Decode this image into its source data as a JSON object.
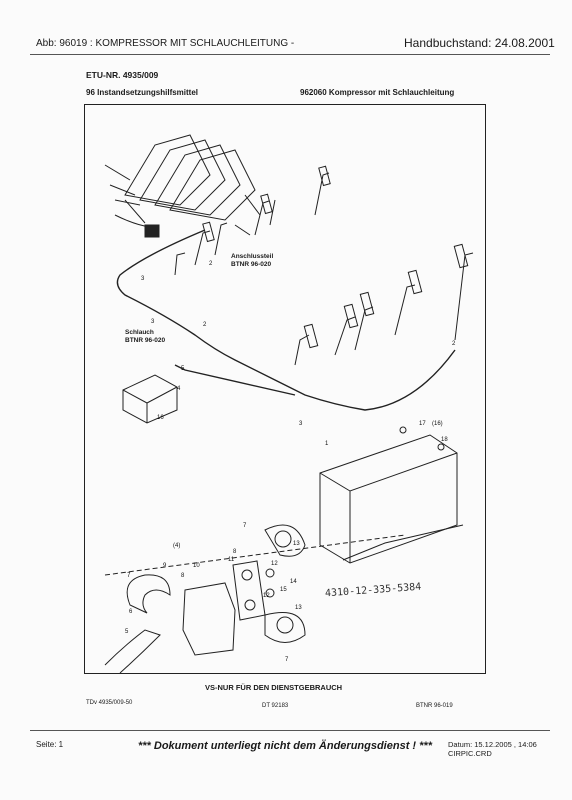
{
  "header": {
    "title": "Abb: 96019 : KOMPRESSOR MIT SCHLAUCHLEITUNG -",
    "stand": "Handbuchstand: 24.08.2001"
  },
  "doc": {
    "etu": "ETU-NR. 4935/009",
    "category": "96 Instandsetzungshilfsmittel",
    "item": "962060 Kompressor mit Schlauchleitung"
  },
  "diagram": {
    "callouts": [
      "1",
      "2",
      "3",
      "4",
      "5",
      "6",
      "7",
      "8",
      "9",
      "10",
      "11",
      "12",
      "13",
      "14",
      "15",
      "16",
      "17",
      "18",
      "(4)",
      "(16)"
    ],
    "label_anschluss": "Anschlussteil",
    "label_anschluss_ref": "BTNR 96-020",
    "label_schlauch": "Schlauch",
    "label_schlauch_ref": "BTNR 96-020",
    "handwritten": "4310-12-335-5384"
  },
  "footer": {
    "restriction": "VS-NUR FÜR DEN DIENSTGEBRAUCH",
    "left_ref": "TDv 4935/009-50",
    "mid_ref": "DT 92183",
    "right_ref": "BTNR 96-019",
    "seite": "Seite: 1",
    "notice": "*** Dokument unterliegt nicht dem Änderungsdienst ! ***",
    "datum": "Datum: 15.12.2005 , 14:06",
    "system": "CIRPIC.CRD"
  }
}
